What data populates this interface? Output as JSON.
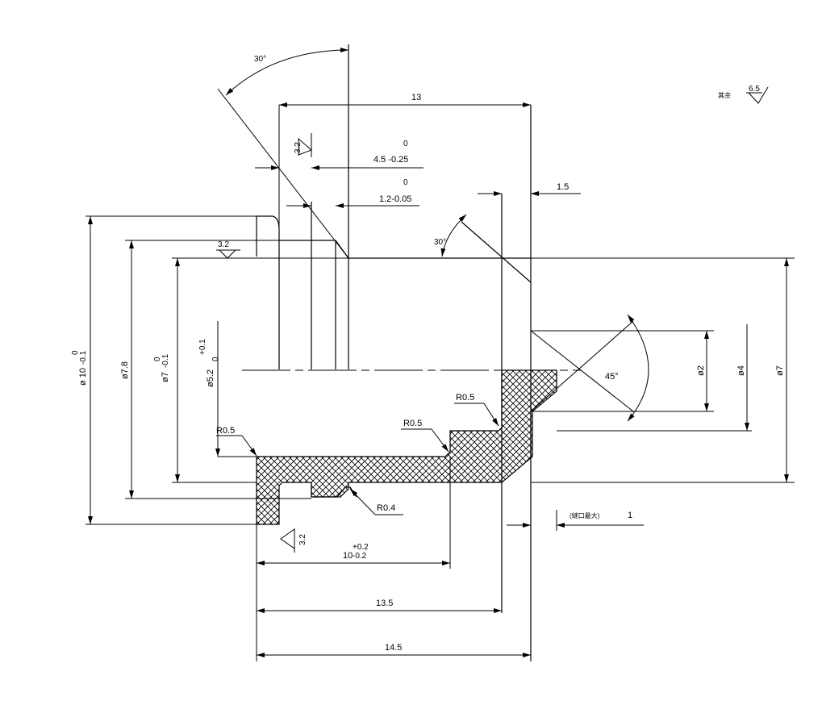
{
  "drawing": {
    "dims": {
      "len_13": "13",
      "tol_zero_a": "0",
      "len_4_5": "4.5 -0.25",
      "tol_zero_b": "0",
      "len_1_2": "1.2-0.05",
      "len_1_5": "1.5",
      "angle_30_top": "30°",
      "angle_30_mid": "30°",
      "angle_45": "45°",
      "d10_tol": "0",
      "d10": "ø 10",
      "d10_low": "-0.1",
      "d7_8": "ø7.8",
      "d7_tol": "0",
      "d7": "ø7",
      "d7_low": "-0.1",
      "d5_2_tol": "+0.1",
      "d5_2": "ø5.2",
      "d5_2_low": "0",
      "d2": "ø2",
      "d4": "ø4",
      "d7_right": "ø7",
      "len_10_up": "+0.2",
      "len_10": "10",
      "len_10_low": "-0.2",
      "len_13_5": "13.5",
      "len_14_5": "14.5",
      "len_1": "1",
      "note_small": "(縫口最大)",
      "r05_left": "R0.5",
      "r05_mid": "R0.5",
      "r05_top": "R0.5",
      "r04": "R0.4"
    },
    "roughness": {
      "r32_top": "3.2",
      "r32_left": "3.2",
      "r32_bottom": "3.2",
      "rest_label": "其余",
      "rest_value": "6.5"
    }
  }
}
